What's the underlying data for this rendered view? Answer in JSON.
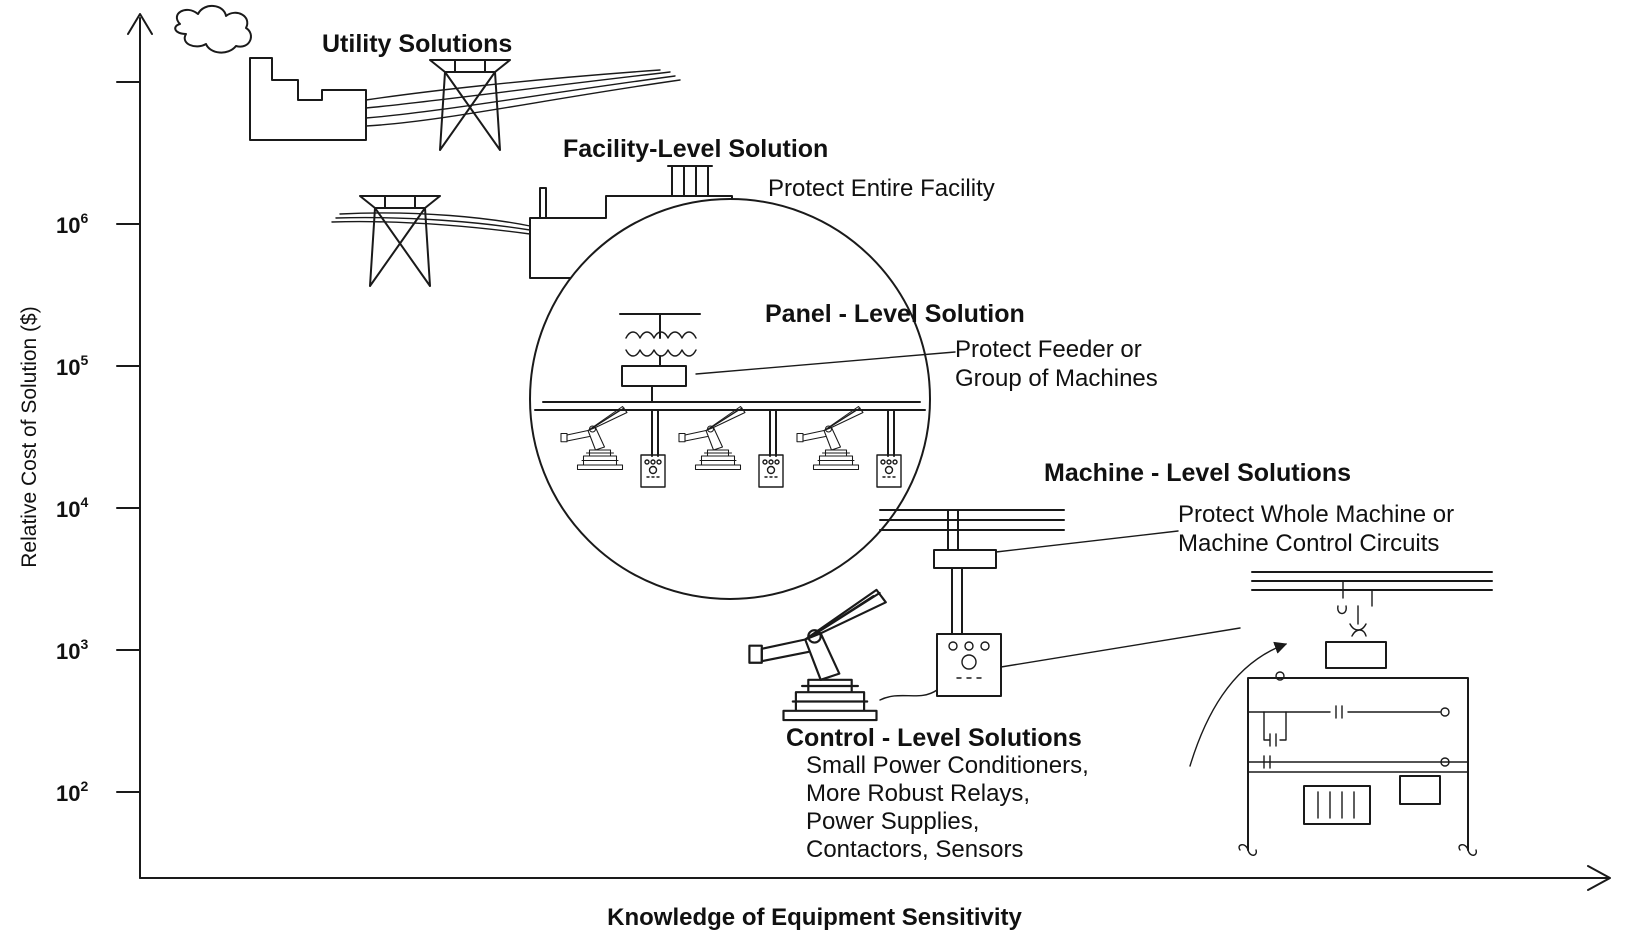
{
  "axes": {
    "y_label": "Relative Cost of Solution ($)",
    "x_label": "Knowledge of Equipment Sensitivity",
    "y_ticks": [
      {
        "base": "10",
        "exp": "6"
      },
      {
        "base": "10",
        "exp": "5"
      },
      {
        "base": "10",
        "exp": "4"
      },
      {
        "base": "10",
        "exp": "3"
      },
      {
        "base": "10",
        "exp": "2"
      }
    ]
  },
  "levels": {
    "utility": {
      "title": "Utility Solutions"
    },
    "facility": {
      "title": "Facility-Level Solution",
      "desc": "Protect Entire Facility"
    },
    "panel": {
      "title": "Panel - Level Solution",
      "desc_lines": [
        "Protect Feeder or",
        "Group of Machines"
      ]
    },
    "machine": {
      "title": "Machine - Level Solutions",
      "desc_lines": [
        "Protect Whole Machine or",
        "Machine Control Circuits"
      ]
    },
    "control": {
      "title": "Control - Level Solutions",
      "desc_lines": [
        "Small Power Conditioners,",
        "More Robust Relays,",
        "Power Supplies,",
        "Contactors, Sensors"
      ]
    }
  }
}
